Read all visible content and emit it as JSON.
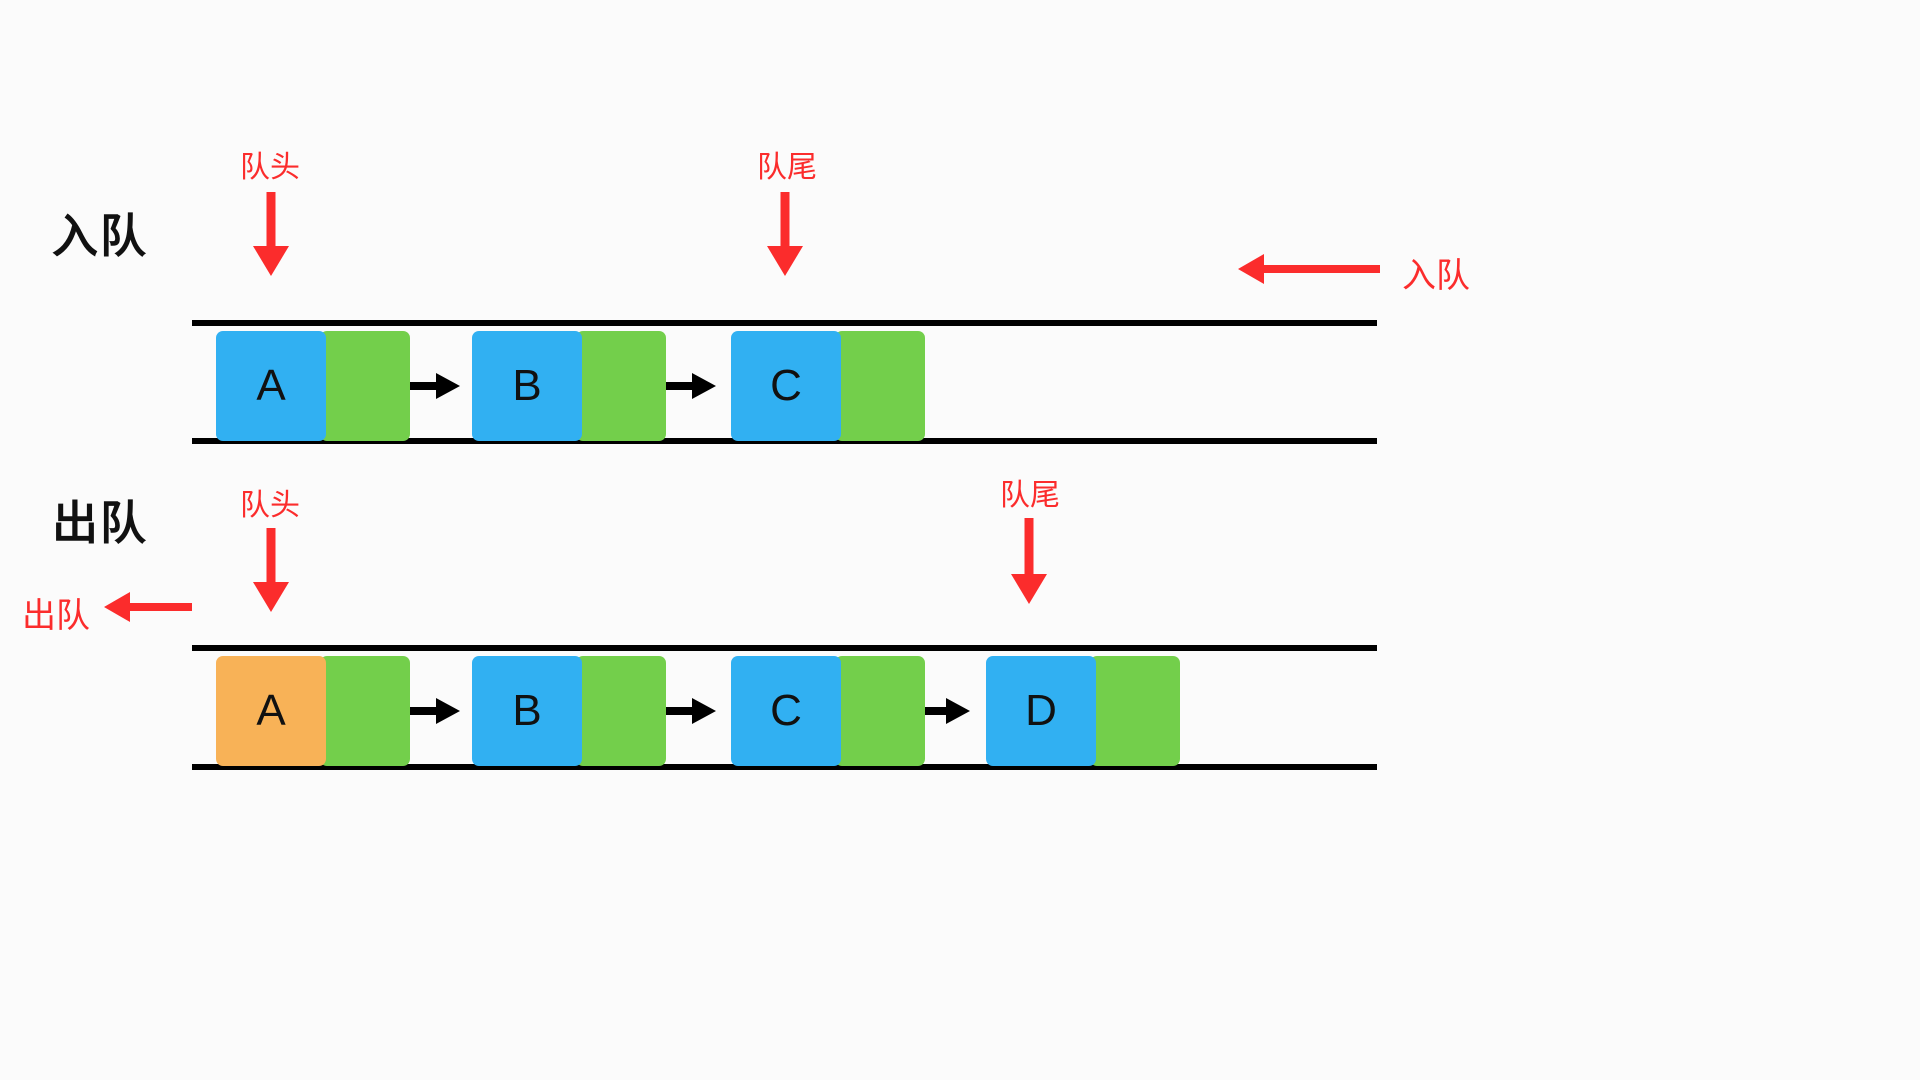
{
  "diagram": {
    "title_enqueue": "入队",
    "title_dequeue": "出队",
    "label_head": "队头",
    "label_tail": "队尾",
    "label_enqueue_action": "入队",
    "label_dequeue_action": "出队",
    "colors": {
      "accent_red": "#fb2c2c",
      "node_data_blue": "#31b0f2",
      "node_data_orange": "#f8b257",
      "node_pointer_green": "#73cf4b",
      "rail_black": "#000000",
      "text_black": "#111111",
      "background": "#fbfbfb"
    },
    "rows": [
      {
        "name": "enqueue-row",
        "section_label": "入队",
        "head_label": "队头",
        "tail_label": "队尾",
        "action_label": "入队",
        "action_direction": "right-to-left",
        "nodes": [
          {
            "value": "A",
            "data_color": "blue",
            "has_next": true
          },
          {
            "value": "B",
            "data_color": "blue",
            "has_next": true
          },
          {
            "value": "C",
            "data_color": "blue",
            "has_next": false
          }
        ]
      },
      {
        "name": "dequeue-row",
        "section_label": "出队",
        "head_label": "队头",
        "tail_label": "队尾",
        "action_label": "出队",
        "action_direction": "right-to-left",
        "nodes": [
          {
            "value": "A",
            "data_color": "orange",
            "has_next": true
          },
          {
            "value": "B",
            "data_color": "blue",
            "has_next": true
          },
          {
            "value": "C",
            "data_color": "blue",
            "has_next": true
          },
          {
            "value": "D",
            "data_color": "blue",
            "has_next": false
          }
        ]
      }
    ]
  }
}
